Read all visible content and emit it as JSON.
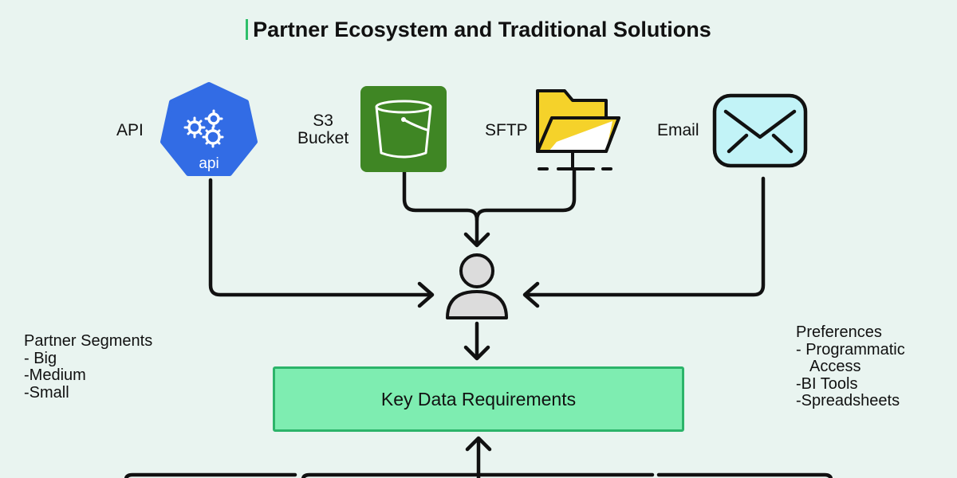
{
  "title": "Partner Ecosystem and Traditional Solutions",
  "sources": {
    "api": {
      "label": "API",
      "icon": "kubernetes-api-icon",
      "badge": "api"
    },
    "s3": {
      "label_line1": "S3",
      "label_line2": "Bucket",
      "icon": "bucket-icon"
    },
    "sftp": {
      "label": "SFTP",
      "icon": "folder-icon"
    },
    "email": {
      "label": "Email",
      "icon": "envelope-icon"
    }
  },
  "partner_segments": {
    "heading": "Partner Segments",
    "items": [
      "- Big",
      "-Medium",
      "-Small"
    ]
  },
  "preferences": {
    "heading": "Preferences",
    "items": [
      "- Programmatic",
      "   Access",
      "-BI Tools",
      "-Spreadsheets"
    ]
  },
  "requirements": {
    "label": "Key Data Requirements"
  },
  "colors": {
    "background": "#e9f4f0",
    "api_blue": "#326ce5",
    "s3_green": "#3f8624",
    "folder_yellow": "#f5d22a",
    "envelope_blue": "#c2f3f7",
    "box_fill": "#7eedb1",
    "box_border": "#2cb46a",
    "title_accent": "#2fbf6b"
  }
}
